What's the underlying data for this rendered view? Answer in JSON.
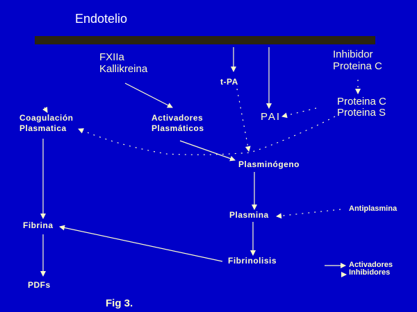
{
  "title": "Endotelio",
  "nodes": {
    "fxii": [
      "FXIIa",
      "Kallikreina"
    ],
    "inhibidor": [
      "Inhibidor",
      "Proteina C"
    ],
    "tpa": "t-PA",
    "pai": "PAI",
    "proteinas": [
      "Proteina C",
      "Proteina S"
    ],
    "coagulacion": [
      "Coagulación",
      "Plasmatica"
    ],
    "activadores": [
      "Activadores",
      "Plasmáticos"
    ],
    "plasminogeno": "Plasminógeno",
    "plasmina": "Plasmina",
    "antiplasmina": "Antiplasmina",
    "fibrina": "Fibrina",
    "fibrinolisis": "Fibrinolisis",
    "pdfs": "PDFs"
  },
  "legend": {
    "activadores": "Activadores",
    "inhibidores": "Inhibidores"
  },
  "caption": "Fig 3.",
  "colors": {
    "background": "#0000c8",
    "text": "#ffffcc",
    "bar": "#2a2410"
  }
}
